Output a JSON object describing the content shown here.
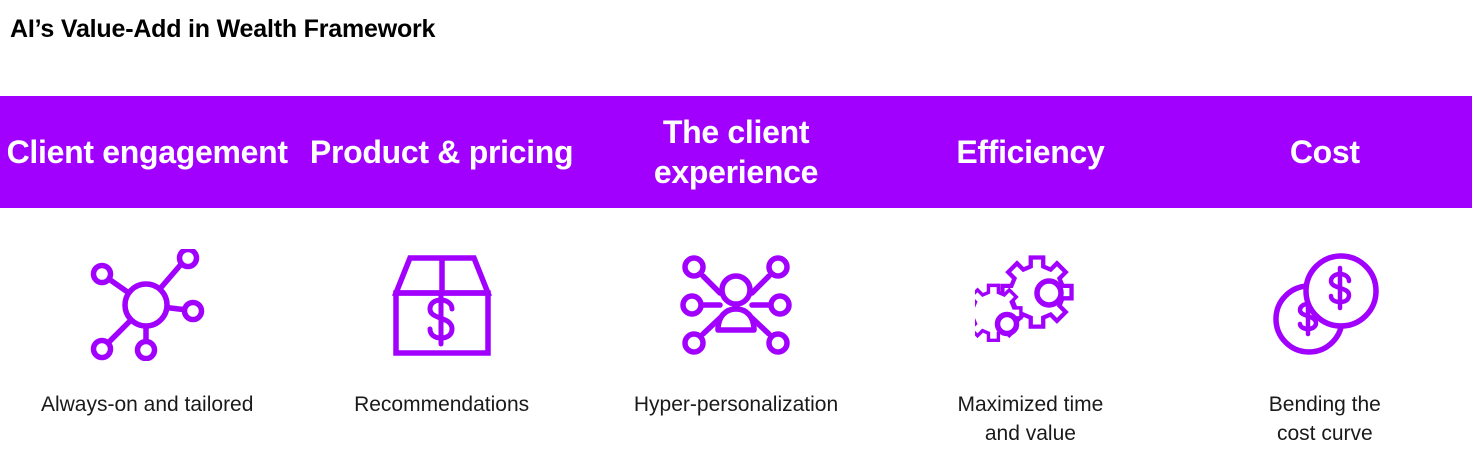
{
  "page": {
    "title": "AI’s Value-Add in Wealth Framework",
    "accent_color": "#A100FF",
    "band_text_color": "#FFFFFF",
    "caption_text_color": "#1A1A1A",
    "background_color": "#FFFFFF"
  },
  "columns": [
    {
      "header": "Client\nengagement",
      "icon": "network-hub-icon",
      "caption": "Always-on and tailored"
    },
    {
      "header": "Product &\npricing",
      "icon": "box-with-dollar-icon",
      "caption": "Recommendations"
    },
    {
      "header": "The client\nexperience",
      "icon": "person-network-icon",
      "caption": "Hyper-personalization"
    },
    {
      "header": "Efficiency",
      "icon": "gears-icon",
      "caption": "Maximized time\nand value"
    },
    {
      "header": "Cost",
      "icon": "coins-dollar-icon",
      "caption": "Bending the\ncost curve"
    }
  ]
}
